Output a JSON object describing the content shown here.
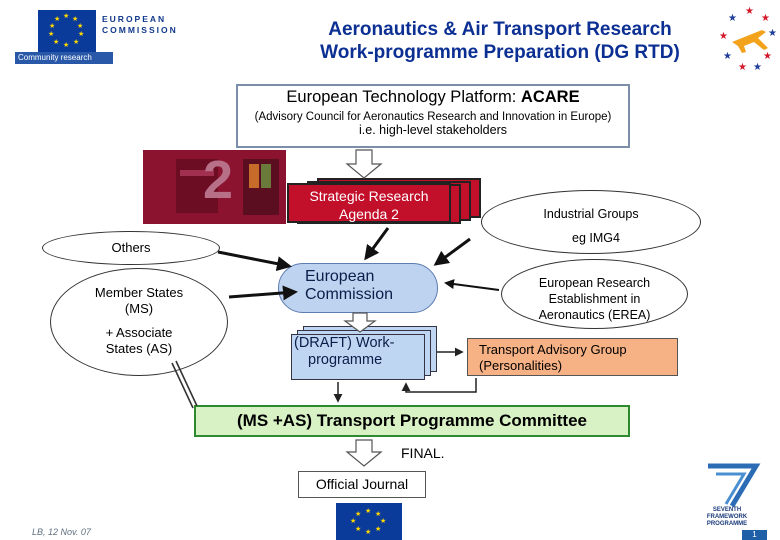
{
  "header": {
    "eu_logo_text": "EUROPEAN\nCOMMISSION",
    "community_research": "Community research",
    "title_line1": "Aeronautics & Air Transport Research",
    "title_line2": "Work-programme Preparation  (DG RTD)"
  },
  "diagram": {
    "acare_title_prefix": "European Technology Platform: ",
    "acare_title_bold": "ACARE",
    "acare_line2": "(Advisory Council for Aeronautics Research and Innovation in Europe)",
    "acare_line3": "i.e. high-level stakeholders",
    "sra_cover_number": "2",
    "sra_line1": "Strategic Research",
    "sra_line2": "Agenda 2",
    "others": "Others",
    "ms_line1": "Member States",
    "ms_line2": "(MS)",
    "ms_line3": "+ Associate",
    "ms_line4": "States (AS)",
    "industrial_line1": "Industrial Groups",
    "industrial_line2": "eg IMG4",
    "ec_line1": "European",
    "ec_line2": "Commission",
    "erea_line1": "European Research",
    "erea_line2": "Establishment in",
    "erea_line3": "Aeronautics (EREA)",
    "draft_line1": "(DRAFT) Work-",
    "draft_line2": "programme",
    "tag_line1": "Transport Advisory Group",
    "tag_line2": "(Personalities)",
    "pc": "(MS +AS) Transport Programme Committee",
    "final": "FINAL.",
    "oj": "Official Journal"
  },
  "footer": {
    "date": "LB, 12 Nov. 07",
    "fp7_line1": "SEVENTH FRAMEWORK",
    "fp7_line2": "PROGRAMME",
    "fp7_page": "1"
  },
  "colors": {
    "title_blue": "#0b2f93",
    "sra_red": "#c2102b",
    "ec_blue": "#bed3f0",
    "tag_orange": "#f6b184",
    "pc_green": "#d8f2c6"
  }
}
